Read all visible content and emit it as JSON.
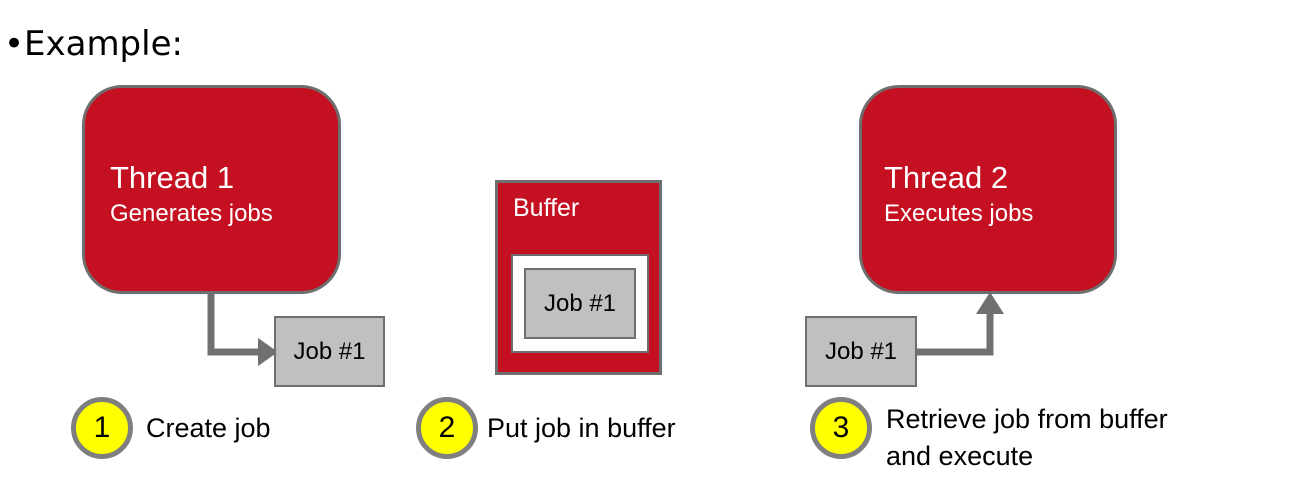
{
  "heading": {
    "bullet": "•",
    "text": "Example:"
  },
  "thread1": {
    "name": "Thread 1",
    "subtitle": "Generates jobs"
  },
  "thread2": {
    "name": "Thread 2",
    "subtitle": "Executes jobs"
  },
  "buffer": {
    "label": "Buffer",
    "job_label": "Job #1"
  },
  "job_created": {
    "label": "Job #1"
  },
  "job_retrieved": {
    "label": "Job #1"
  },
  "steps": [
    {
      "number": "1",
      "text": "Create job"
    },
    {
      "number": "2",
      "text": "Put job in buffer"
    },
    {
      "number": "3",
      "line1": "Retrieve job from buffer",
      "line2": "and execute"
    }
  ],
  "colors": {
    "thread_fill": "#c41020",
    "border_gray": "#6e6e6e",
    "job_fill": "#c0c0c0",
    "step_circle_fill": "#ffff00",
    "arrow": "#707070"
  }
}
